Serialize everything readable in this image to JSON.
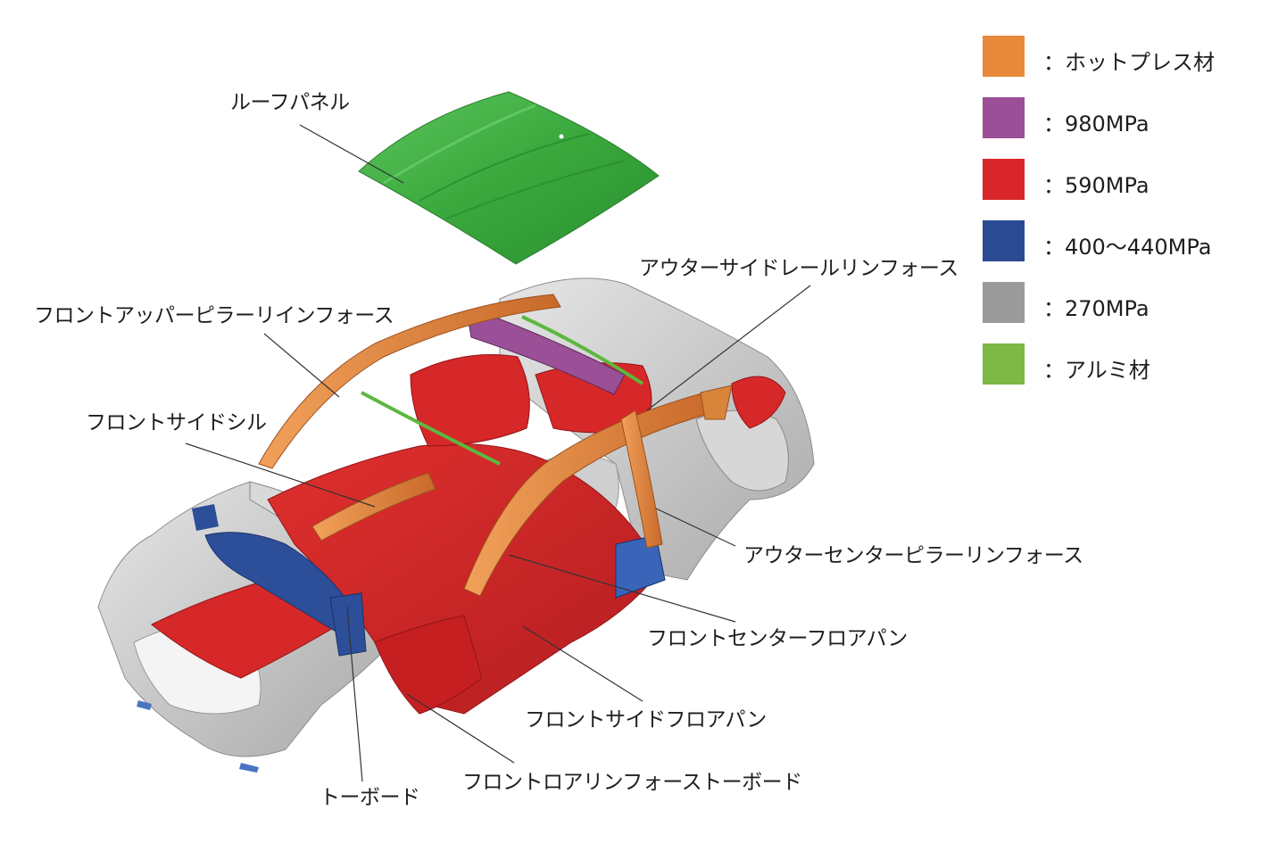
{
  "callouts": {
    "roof_panel": "ルーフパネル",
    "front_upper_pillar": "フロントアッパーピラーリインフォース",
    "outer_side_rail": "アウターサイドレールリンフォース",
    "front_side_sill": "フロントサイドシル",
    "outer_center_pillar": "アウターセンターピラーリンフォース",
    "front_center_floor": "フロントセンターフロアパン",
    "front_side_floor": "フロントサイドフロアパン",
    "front_lower_toeboard": "フロントロアリンフォーストーボード",
    "toeboard": "トーボード"
  },
  "legend": [
    {
      "color": "#E8883A",
      "label": "：ホットプレス材"
    },
    {
      "color": "#9A4F96",
      "label": "：980MPa"
    },
    {
      "color": "#D8262A",
      "label": "：590MPa"
    },
    {
      "color": "#2A4A92",
      "label": "：400～440MPa"
    },
    {
      "color": "#9B9B9B",
      "label": "：270MPa"
    },
    {
      "color": "#7DB944",
      "label": "：アルミ材"
    }
  ]
}
